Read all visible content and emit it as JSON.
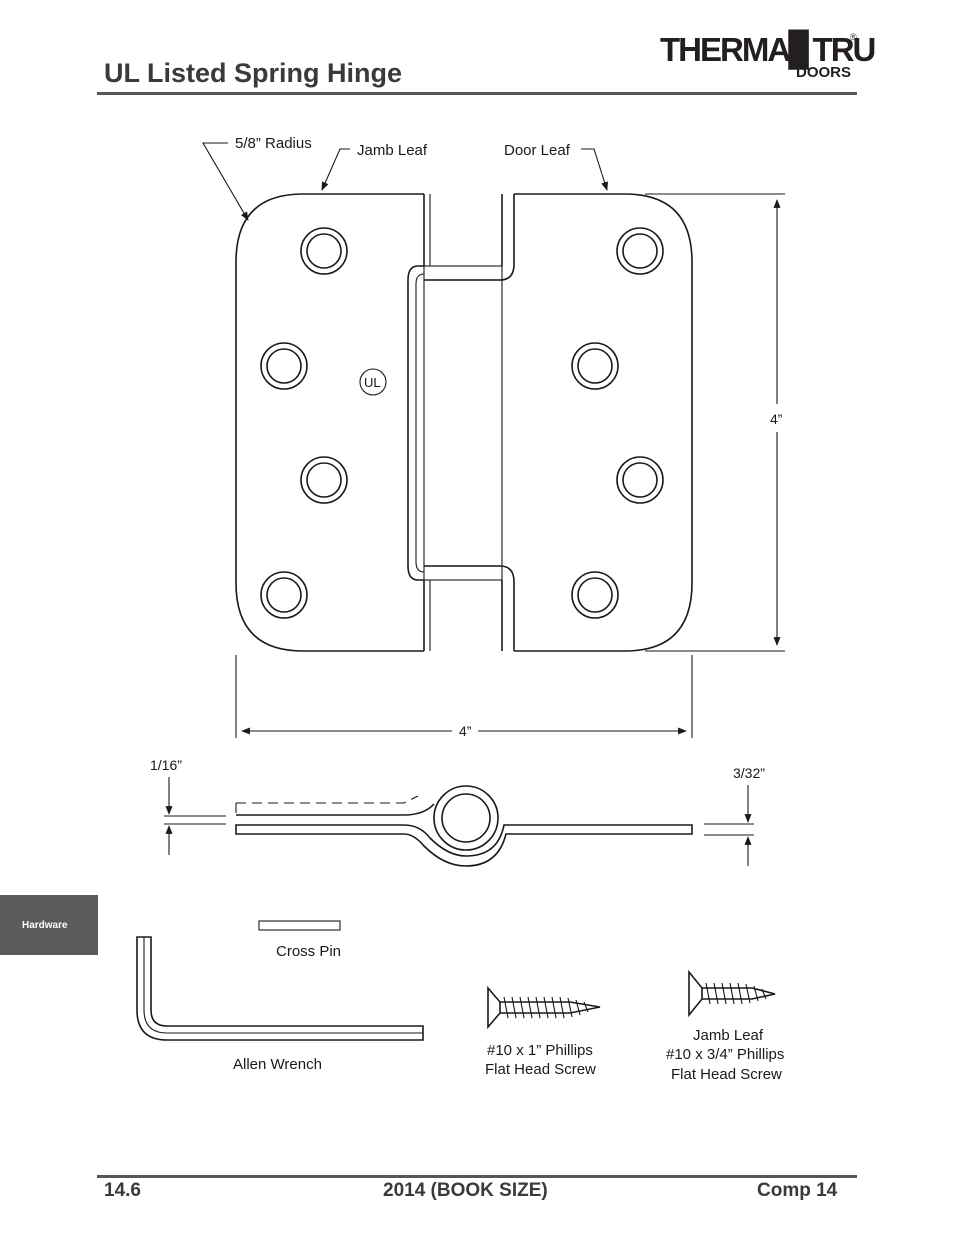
{
  "header": {
    "title": "UL Listed Spring Hinge",
    "logo_main": "THERMA▊TRU",
    "logo_sub": "DOORS",
    "logo_reg": "®"
  },
  "diagram": {
    "radius_label": "5/8” Radius",
    "jamb_leaf_label": "Jamb Leaf",
    "door_leaf_label": "Door Leaf",
    "ul_mark": "UL",
    "height_label": "4”",
    "width_label": "4”",
    "thickness_label": "1/16”",
    "knuckle_label": "3/32”",
    "cross_pin_label": "Cross Pin",
    "allen_wrench_label": "Allen Wrench",
    "screw1_line1": "#10 x 1” Phillips",
    "screw1_line2": "Flat Head Screw",
    "screw2_line1": "Jamb Leaf",
    "screw2_line2": "#10 x 3/4” Phillips",
    "screw2_line3": "Flat Head Screw"
  },
  "side_tab": {
    "label": "Hardware"
  },
  "footer": {
    "page_number": "14.6",
    "edition": "2014 (BOOK SIZE)",
    "section": "Comp 14"
  }
}
